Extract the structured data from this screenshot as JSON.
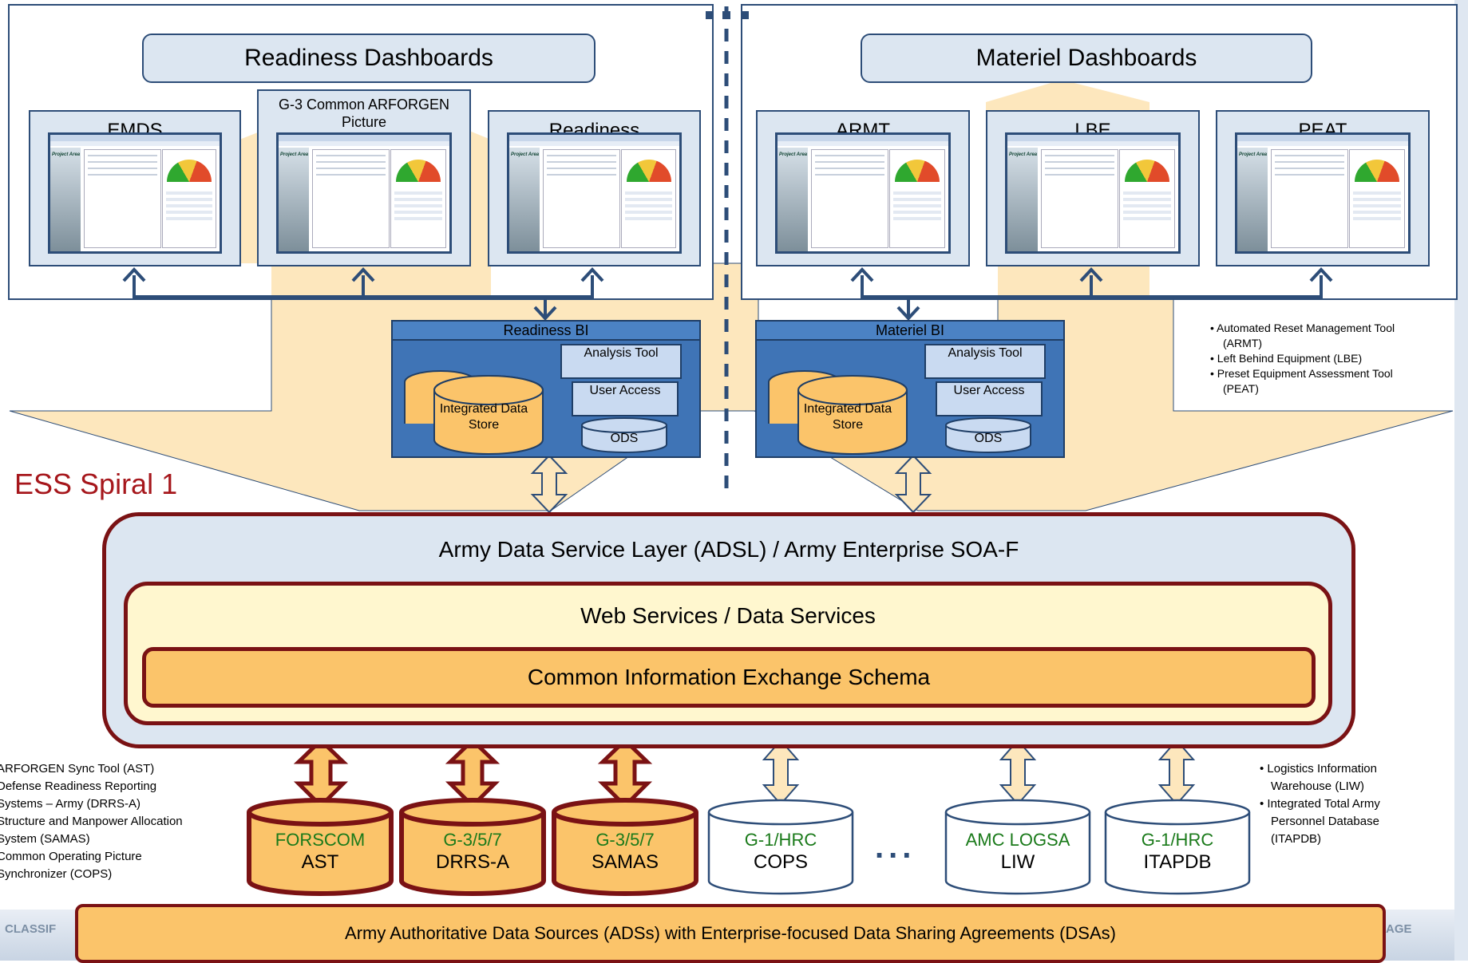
{
  "spiral_label": "ESS Spiral 1",
  "readiness": {
    "header": "Readiness Dashboards",
    "dashboards": [
      {
        "title": "EMDS"
      },
      {
        "title": "G-3 Common ARFORGEN Picture"
      },
      {
        "title": "Readiness"
      }
    ],
    "bi": {
      "title": "Readiness BI",
      "analysis_tool": "Analysis Tool",
      "user_access": "User Access",
      "ods": "ODS",
      "data_store": "Integrated Data Store"
    }
  },
  "materiel": {
    "header": "Materiel Dashboards",
    "dashboards": [
      {
        "title": "ARMT"
      },
      {
        "title": "LBE"
      },
      {
        "title": "PEAT"
      }
    ],
    "bi": {
      "title": "Materiel BI",
      "analysis_tool": "Analysis Tool",
      "user_access": "User Access",
      "ods": "ODS",
      "data_store": "Integrated Data Store"
    }
  },
  "dashboard_thumb": {
    "side_label": "Project Area"
  },
  "materiel_notes": [
    "• Automated Reset Management Tool",
    "(ARMT)",
    "• Left Behind Equipment (LBE)",
    "• Preset Equipment Assessment Tool",
    "(PEAT)"
  ],
  "adsl": {
    "title": "Army Data Service Layer (ADSL) / Army Enterprise SOA-F",
    "web_services": "Web Services / Data Services",
    "schema": "Common Information Exchange Schema"
  },
  "sources": [
    {
      "owner": "FORSCOM",
      "name": "AST",
      "highlighted": true
    },
    {
      "owner": "G-3/5/7",
      "name": "DRRS-A",
      "highlighted": true
    },
    {
      "owner": "G-3/5/7",
      "name": "SAMAS",
      "highlighted": true
    },
    {
      "owner": "G-1/HRC",
      "name": "COPS",
      "highlighted": false
    },
    {
      "owner": "AMC LOGSA",
      "name": "LIW",
      "highlighted": false
    },
    {
      "owner": "G-1/HRC",
      "name": "ITAPDB",
      "highlighted": false
    }
  ],
  "sources_ellipsis": "...",
  "left_notes": [
    "ARFORGEN Sync Tool (AST)",
    "Defense Readiness Reporting",
    "Systems – Army (DRRS-A)",
    "Structure and Manpower Allocation",
    "System (SAMAS)",
    "Common Operating Picture",
    "Synchronizer (COPS)"
  ],
  "right_notes": [
    "• Logistics Information",
    "Warehouse (LIW)",
    "• Integrated Total Army",
    "Personnel Database",
    "(ITAPDB)"
  ],
  "footer": "Army Authoritative Data Sources (ADSs) with Enterprise-focused Data Sharing Agreements (DSAs)",
  "underlay": {
    "left": "CLASSIF",
    "right": "AGE"
  },
  "colors": {
    "navy": "#2d4d78",
    "tan": "#fde7bd",
    "orange": "#fbc46a",
    "maroon": "#7a1214",
    "bi_blue": "#3f74b6",
    "green_text": "#1a7a1a"
  }
}
